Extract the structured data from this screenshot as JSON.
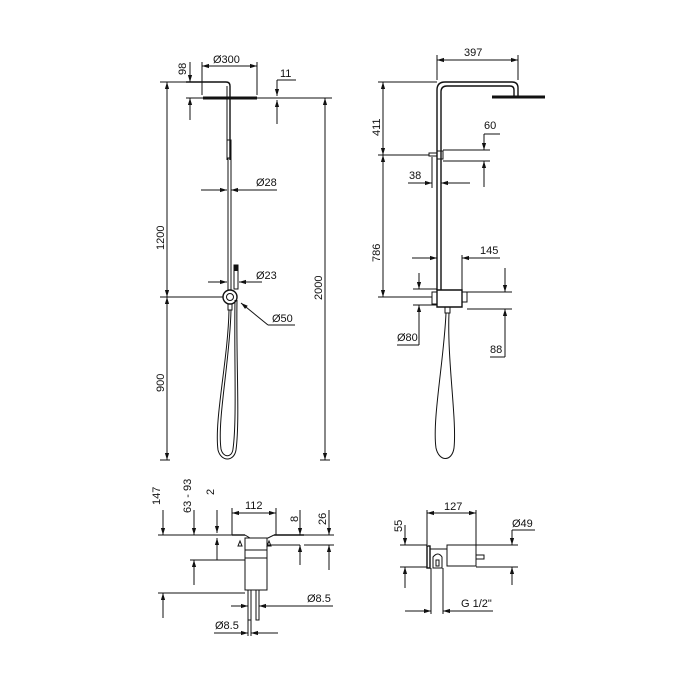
{
  "front_view": {
    "dims": {
      "head_height": "98",
      "head_diameter": "Ø300",
      "head_thickness": "11",
      "arm_diameter": "Ø28",
      "rail_diameter": "Ø23",
      "valve_diameter": "Ø50",
      "upper_height": "1200",
      "lower_height": "900",
      "total_height": "2000"
    }
  },
  "side_view": {
    "dims": {
      "arm_projection": "397",
      "upper_height": "411",
      "middle_height": "786",
      "bracket_height": "60",
      "bracket_offset": "38",
      "valve_projection": "145",
      "valve_diameter": "Ø80",
      "valve_depth": "88"
    }
  },
  "install_detail_left": {
    "dims": {
      "total_depth": "147",
      "wall_range": "63 - 93",
      "gap": "2",
      "plate_width": "112",
      "plate_offset": "8",
      "plate_depth": "26",
      "pipe_diameter_a": "Ø8.5",
      "pipe_diameter_b": "Ø8.5"
    }
  },
  "install_detail_right": {
    "dims": {
      "body_length": "127",
      "height": "55",
      "body_diameter": "Ø49",
      "thread": "G 1/2\""
    }
  }
}
